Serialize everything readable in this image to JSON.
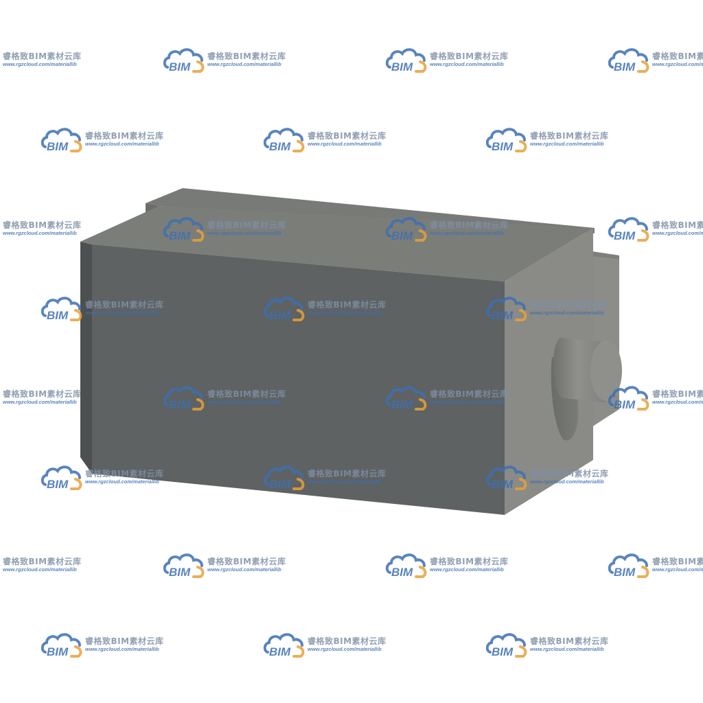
{
  "model": {
    "name": "rectangular-box-component",
    "colors": {
      "front_face": "#5e6262",
      "top_face": "#7b7d79",
      "side_face": "#8a8b86",
      "back_block_top": "#777a76",
      "back_block_side": "#8c8d88",
      "left_edge": "#4c5050",
      "cylinder_dark": "#747672",
      "cylinder_light": "#9a9b96",
      "cylinder_cap": "#8f908b",
      "hole": "#6b6d6a"
    }
  },
  "watermark": {
    "logo_text": "BIM",
    "line1": "睿格致BIM素材云库",
    "line2": "www.rgzcloud.com/materiallib",
    "colors": {
      "logo_blue": "#3d6fb4",
      "logo_orange": "#e8a13a",
      "text_gray": "#7f8fa6",
      "url_blue": "#3d6fb4"
    }
  }
}
